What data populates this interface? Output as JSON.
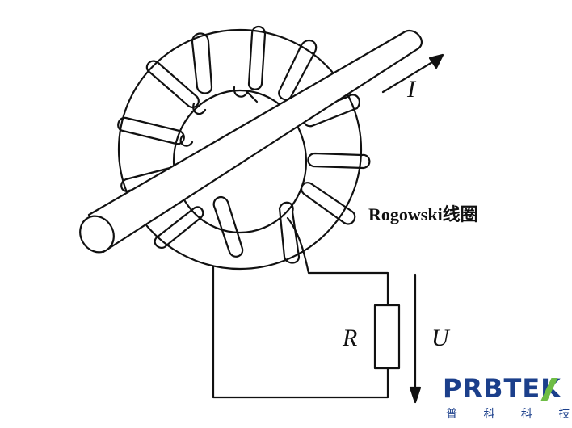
{
  "labels": {
    "current": "I",
    "resistor": "R",
    "voltage": "U",
    "coil": "Rogowski线圈"
  },
  "logo": {
    "brand": "PRBTE",
    "brand_last": "K",
    "subtitle": "普 科 科 技",
    "colors": {
      "text": "#1b3f8b",
      "accent": "#6ebd45"
    }
  }
}
